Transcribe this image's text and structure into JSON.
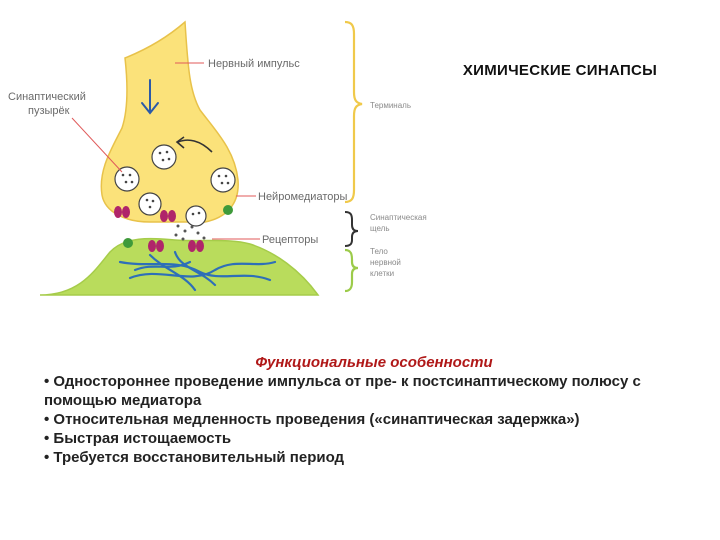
{
  "title": "ХИМИЧЕСКИЕ СИНАПСЫ",
  "diagram": {
    "labels": {
      "nerve_impulse": "Нервный импульс",
      "vesicle_line1": "Синаптический",
      "vesicle_line2": "пузырёк",
      "neurotransmitters": "Нейромедиаторы",
      "receptors": "Рецепторы",
      "terminal": "Терминаль",
      "cleft_line1": "Синаптическая",
      "cleft_line2": "щель",
      "body_line1": "Тело",
      "body_line2": "нервной",
      "body_line3": "клетки"
    },
    "colors": {
      "terminal_fill": "#fbe27a",
      "terminal_stroke": "#e8c24a",
      "cell_fill": "#b9dc5c",
      "receptor": "#b0256a",
      "neurotransmitter_green": "#3f9a3a",
      "fiber": "#2e6fb8",
      "arrow_blue": "#2c5aa8",
      "brace_terminal": "#f0c94a",
      "brace_cell": "#9ccb4a"
    }
  },
  "features": {
    "title": "Функциональные особенности",
    "items": [
      "• Одностороннее проведение импульса от пре- к постсинаптическому полюсу с помощью медиатора",
      "• Относительная медленность проведения («синаптическая задержка»)",
      "• Быстрая истощаемость",
      "• Требуется восстановительный период"
    ]
  }
}
